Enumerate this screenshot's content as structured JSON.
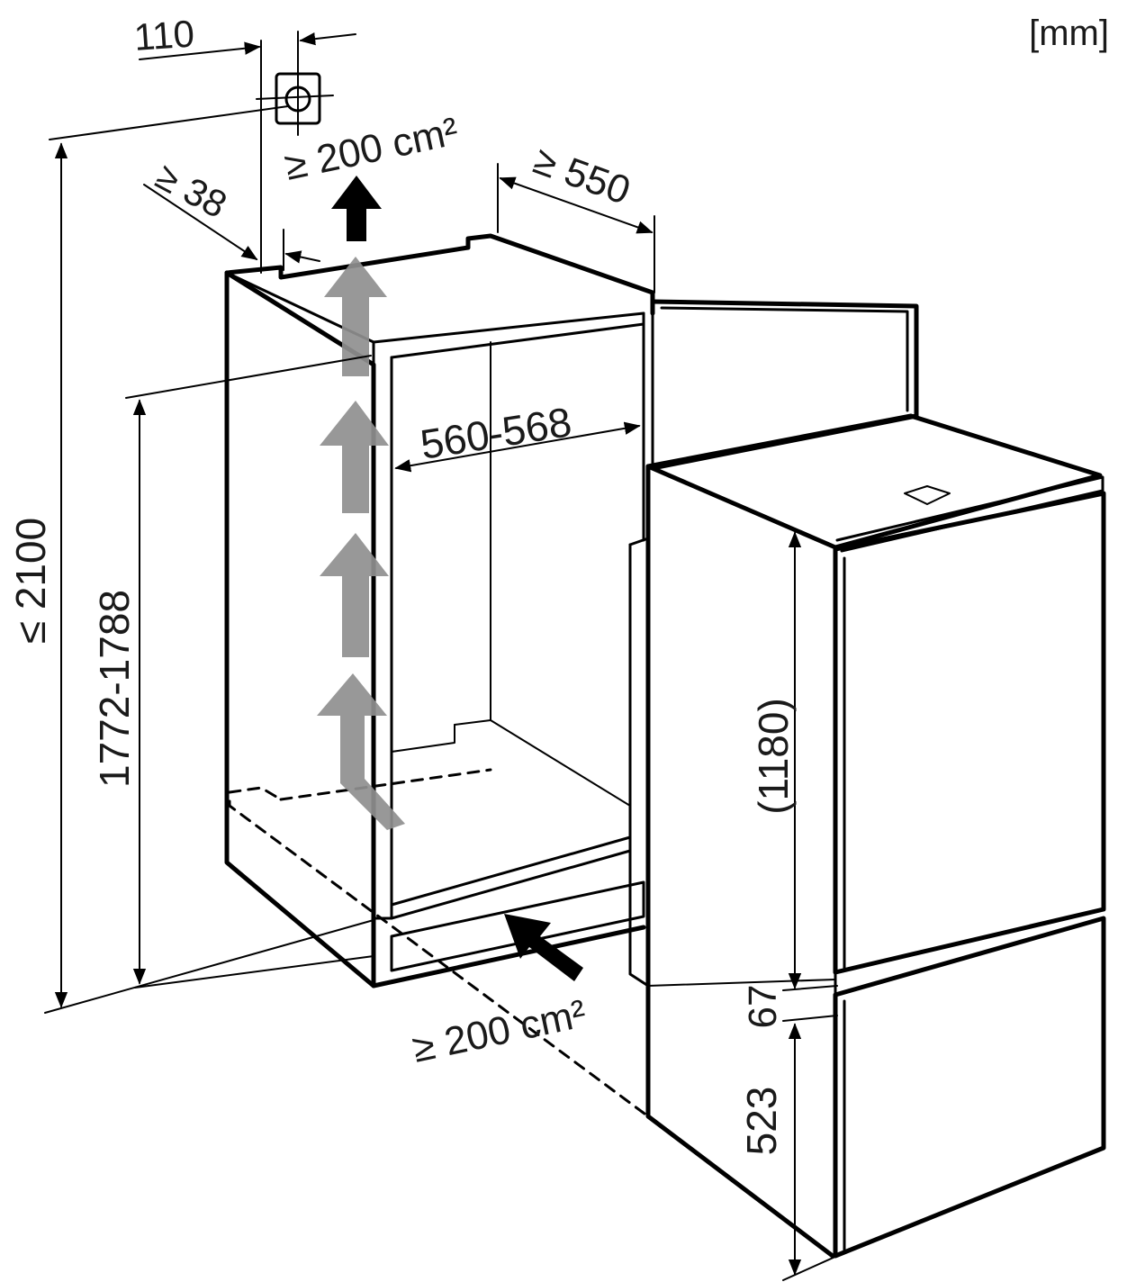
{
  "unit_label": "[mm]",
  "dimensions": {
    "vent_offset": "110",
    "top_vent_area": "≥ 200 cm²",
    "top_gap": "≥ 38",
    "depth": "≥ 550",
    "niche_width": "560-568",
    "max_height": "≤ 2100",
    "niche_height": "1772-1788",
    "upper_door": "(1180)",
    "door_gap": "67",
    "lower_door": "523",
    "bottom_vent_area": "≥ 200 cm²"
  },
  "colors": {
    "line": "#000000",
    "airflow_arrow": "#8f8f8f",
    "background": "#ffffff"
  }
}
